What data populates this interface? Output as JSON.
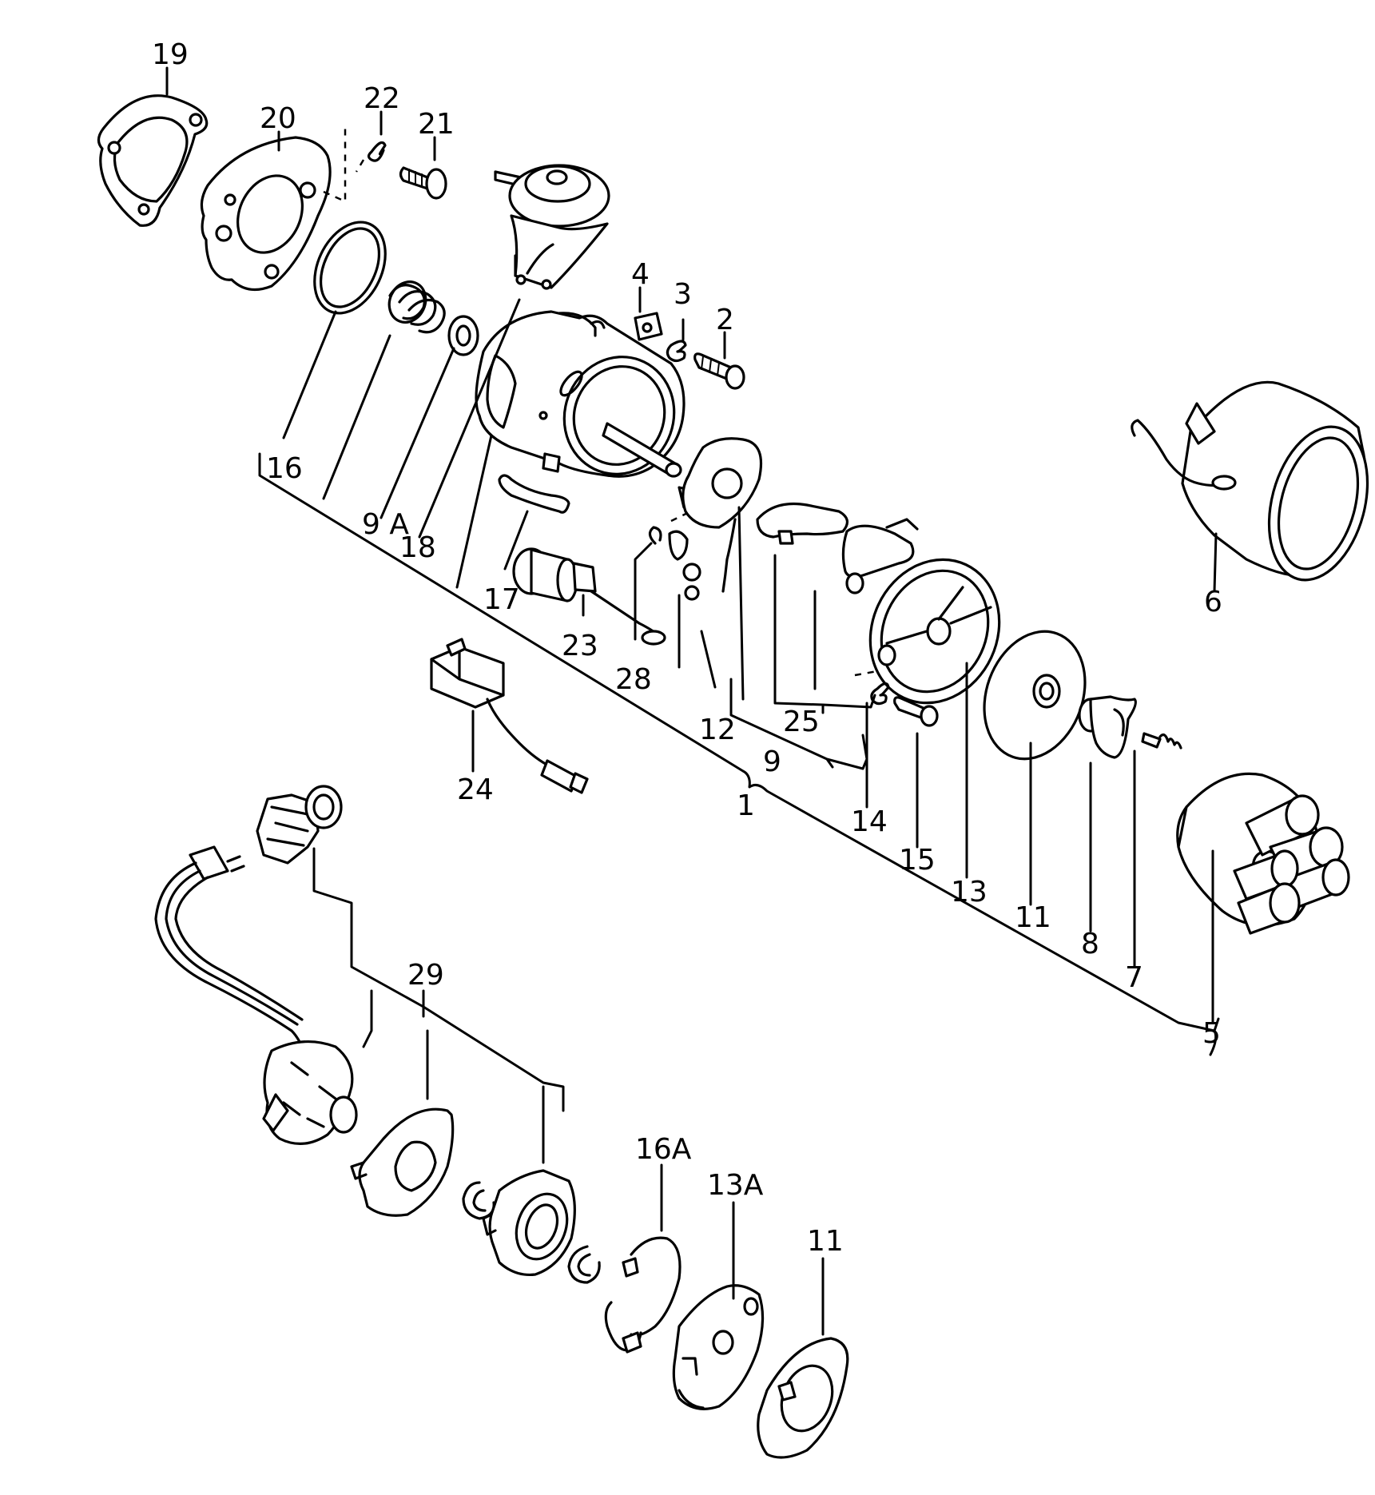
{
  "labels": {
    "n19": "19",
    "n20": "20",
    "n22": "22",
    "n21": "21",
    "n4": "4",
    "n3": "3",
    "n2": "2",
    "n16": "16",
    "n9a": "9 A",
    "n18": "18",
    "n17": "17",
    "n23": "23",
    "n28": "28",
    "n12": "12",
    "n25": "25",
    "n9": "9",
    "n6": "6",
    "n24": "24",
    "n1": "1",
    "n14": "14",
    "n15": "15",
    "n13": "13",
    "n11": "11",
    "n8": "8",
    "n7": "7",
    "n5": "5",
    "n29": "29",
    "n16a": "16A",
    "n13a": "13A",
    "n11b": "11"
  }
}
